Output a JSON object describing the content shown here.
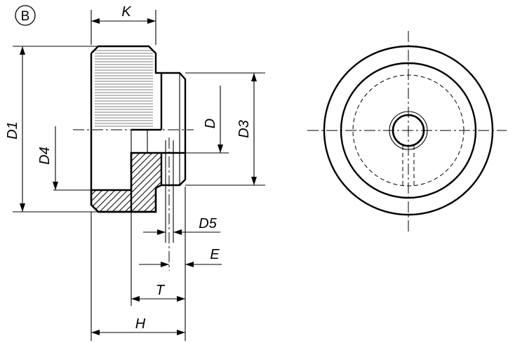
{
  "badge": "B",
  "dimensions": {
    "k": "K",
    "d": "D",
    "d1": "D1",
    "d3": "D3",
    "d4": "D4",
    "d5": "D5",
    "e": "E",
    "t": "T",
    "h": "H"
  }
}
